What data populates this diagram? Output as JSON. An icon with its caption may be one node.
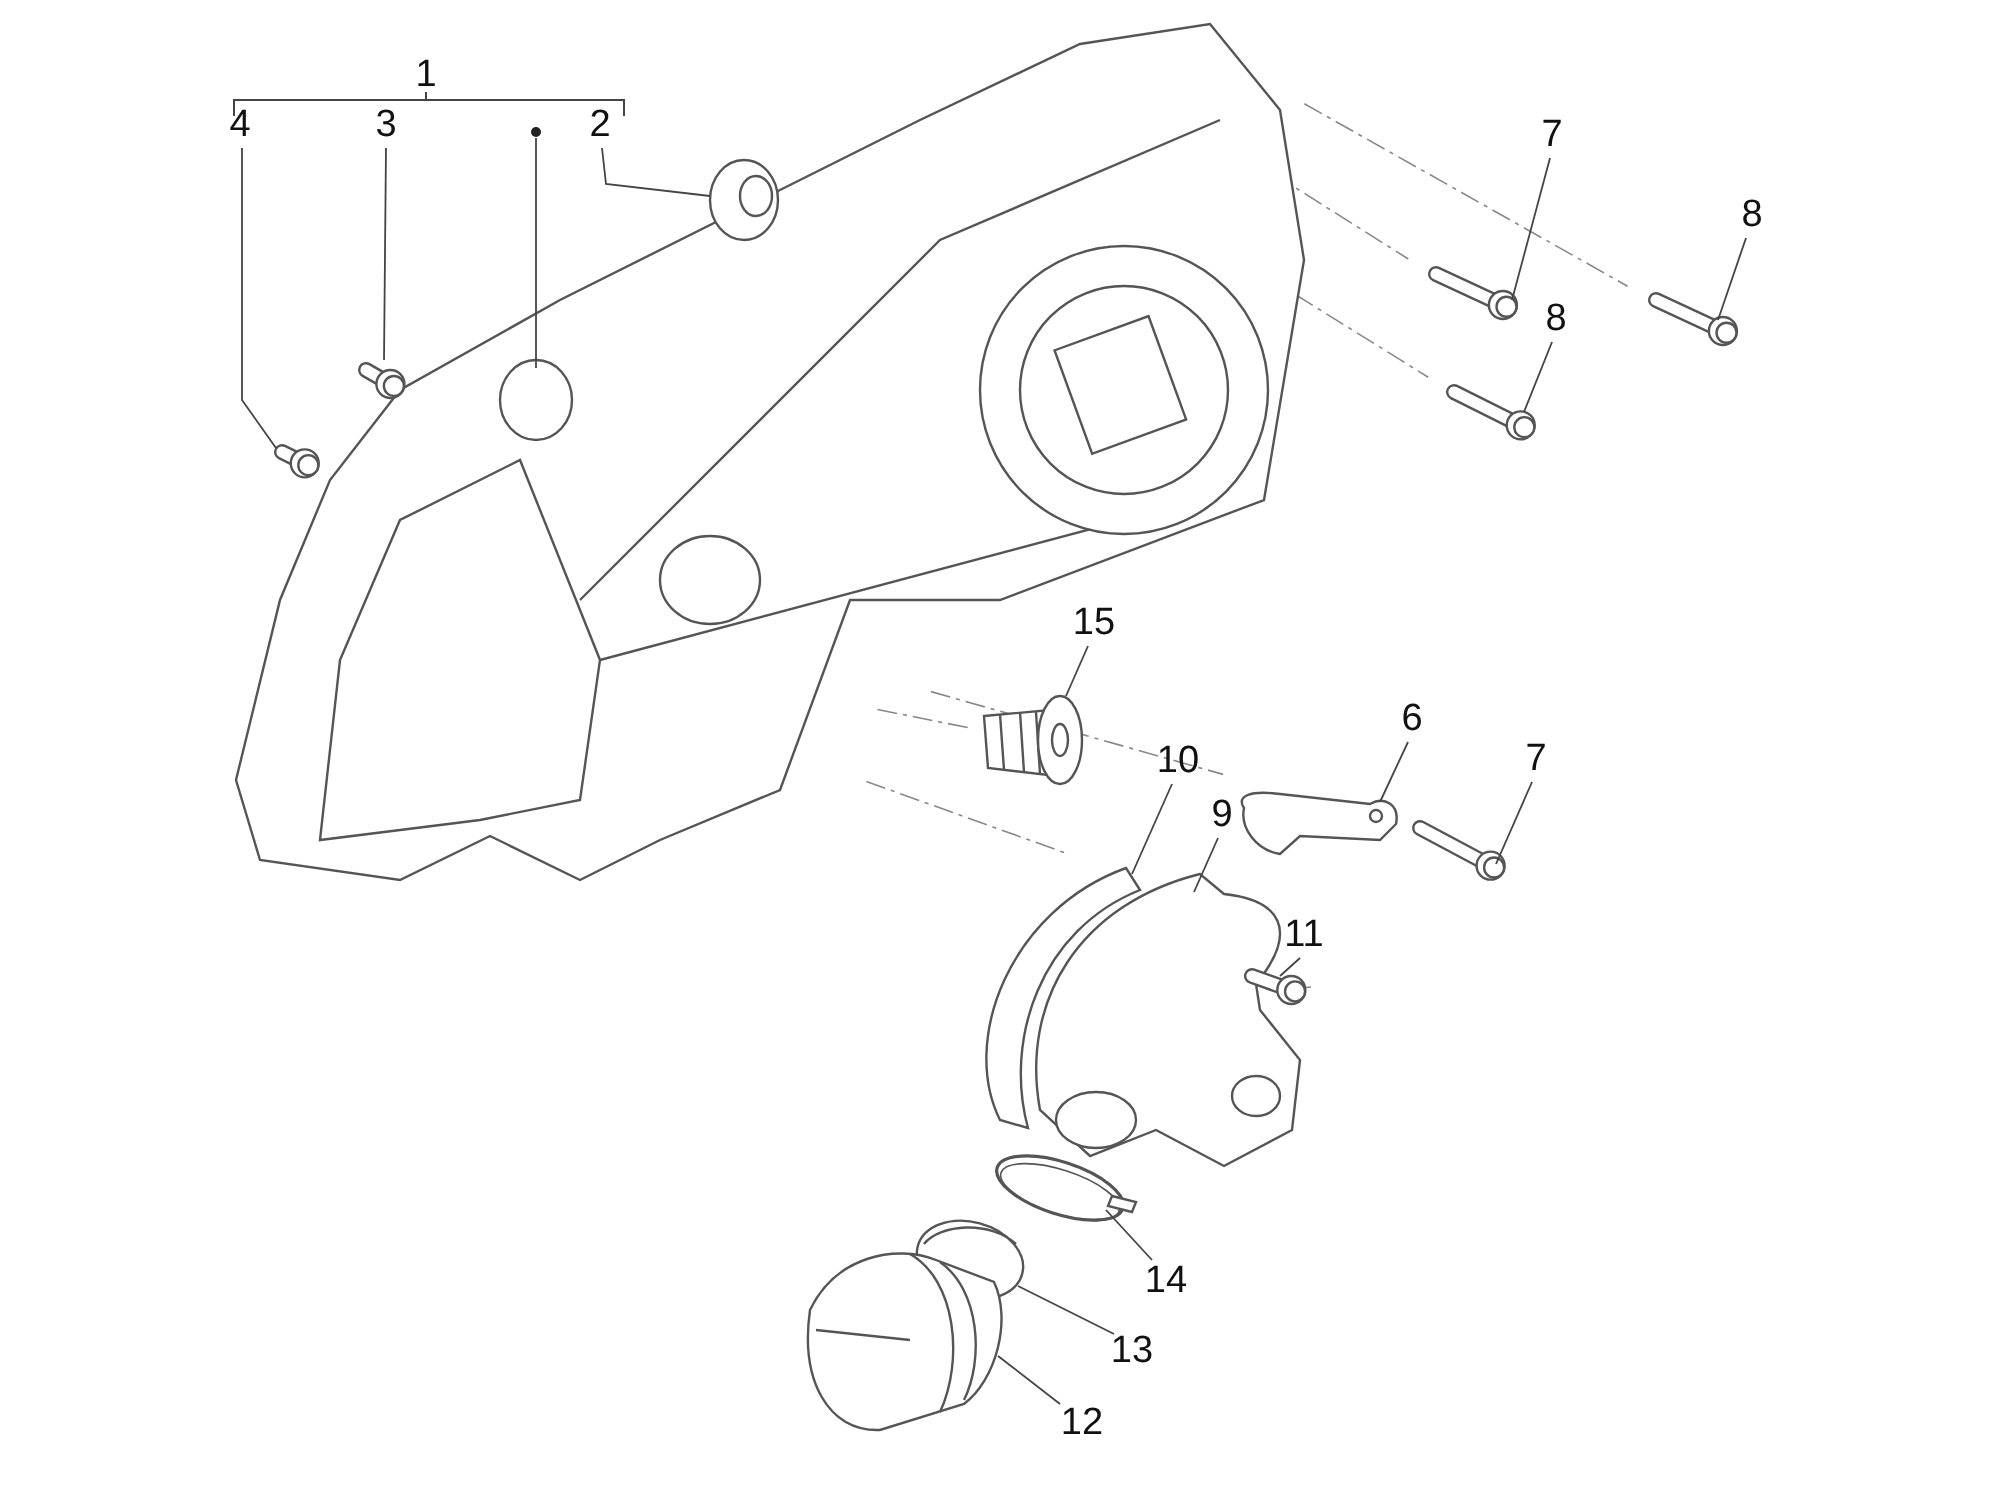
{
  "diagram": {
    "nodes": [
      {
        "text": [
          "1"
        ]
      },
      {
        "text": [],
        "shape": "circle"
      },
      {
        "text": [
          "4"
        ]
      },
      {
        "text": [
          "3"
        ]
      },
      {
        "text": [
          "2"
        ]
      },
      {
        "text": [
          "7"
        ]
      },
      {
        "text": [
          "8"
        ]
      },
      {
        "text": [
          "8"
        ]
      },
      {
        "text": [
          "15"
        ]
      },
      {
        "text": [
          "6"
        ]
      },
      {
        "text": [
          "7"
        ]
      },
      {
        "text": [
          "10"
        ]
      },
      {
        "text": [
          "9"
        ]
      },
      {
        "text": [
          "11"
        ]
      },
      {
        "text": [
          "14"
        ]
      },
      {
        "text": [
          "13"
        ]
      },
      {
        "text": [
          "12"
        ]
      },
      {
        "text": [],
        "shape": "picture"
      },
      {
        "text": [],
        "shape": "picture"
      },
      {
        "text": [],
        "shape": "picture"
      },
      {
        "text": [],
        "shape": "picture"
      },
      {
        "text": [],
        "shape": "picture"
      },
      {
        "text": [],
        "shape": "picture"
      },
      {
        "text": [],
        "shape": "picture"
      },
      {
        "text": [],
        "shape": "picture"
      },
      {
        "text": [],
        "shape": "picture"
      },
      {
        "text": [],
        "shape": "picture"
      },
      {
        "text": [],
        "shape": "picture"
      },
      {
        "text": [],
        "shape": "picture"
      },
      {
        "text": [],
        "shape": "picture"
      },
      {
        "text": [],
        "shape": "picture"
      },
      {
        "text": [],
        "shape": "picture"
      },
      {
        "text": [],
        "shape": "picture"
      }
    ],
    "edges": [
      {
        "from": 1,
        "to": 17,
        "arrow": "none"
      },
      {
        "from": 2,
        "to": 20,
        "arrow": "none"
      },
      {
        "from": 3,
        "to": 19,
        "arrow": "none"
      },
      {
        "from": 4,
        "to": 18,
        "arrow": "none"
      },
      {
        "from": 5,
        "to": 21,
        "arrow": "none"
      },
      {
        "from": 6,
        "to": 22,
        "arrow": "none"
      },
      {
        "from": 7,
        "to": 23,
        "arrow": "none"
      },
      {
        "from": 8,
        "to": 24,
        "arrow": "none"
      },
      {
        "from": 9,
        "to": 25,
        "arrow": "none"
      },
      {
        "from": 10,
        "to": 26,
        "arrow": "none"
      },
      {
        "from": 11,
        "to": 27,
        "arrow": "none"
      },
      {
        "from": 12,
        "to": 28,
        "arrow": "none"
      },
      {
        "from": 13,
        "to": 29,
        "arrow": "none"
      },
      {
        "from": 14,
        "to": 30,
        "arrow": "none"
      },
      {
        "from": 15,
        "to": 31,
        "arrow": "none"
      },
      {
        "from": 16,
        "to": 32,
        "arrow": "none"
      }
    ]
  }
}
